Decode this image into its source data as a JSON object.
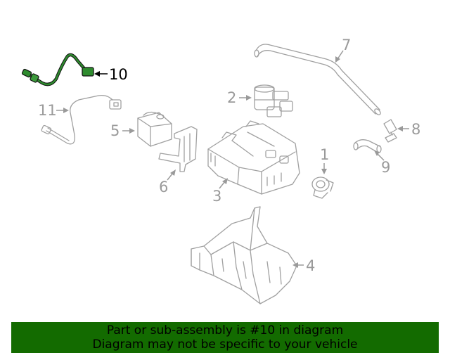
{
  "diagram": {
    "callouts": {
      "c1": "1",
      "c2": "2",
      "c3": "3",
      "c4": "4",
      "c5": "5",
      "c6": "6",
      "c7": "7",
      "c8": "8",
      "c9": "9",
      "c10": "10",
      "c11": "11"
    },
    "highlighted_part": "10",
    "colors": {
      "highlight_part": "#1f7a1f",
      "part_outline": "#a0a0a0",
      "banner_bg": "#136b00"
    }
  },
  "banner": {
    "line1": "Part or sub-assembly is #10 in diagram",
    "line2": "Diagram may not be specific to your vehicle"
  }
}
